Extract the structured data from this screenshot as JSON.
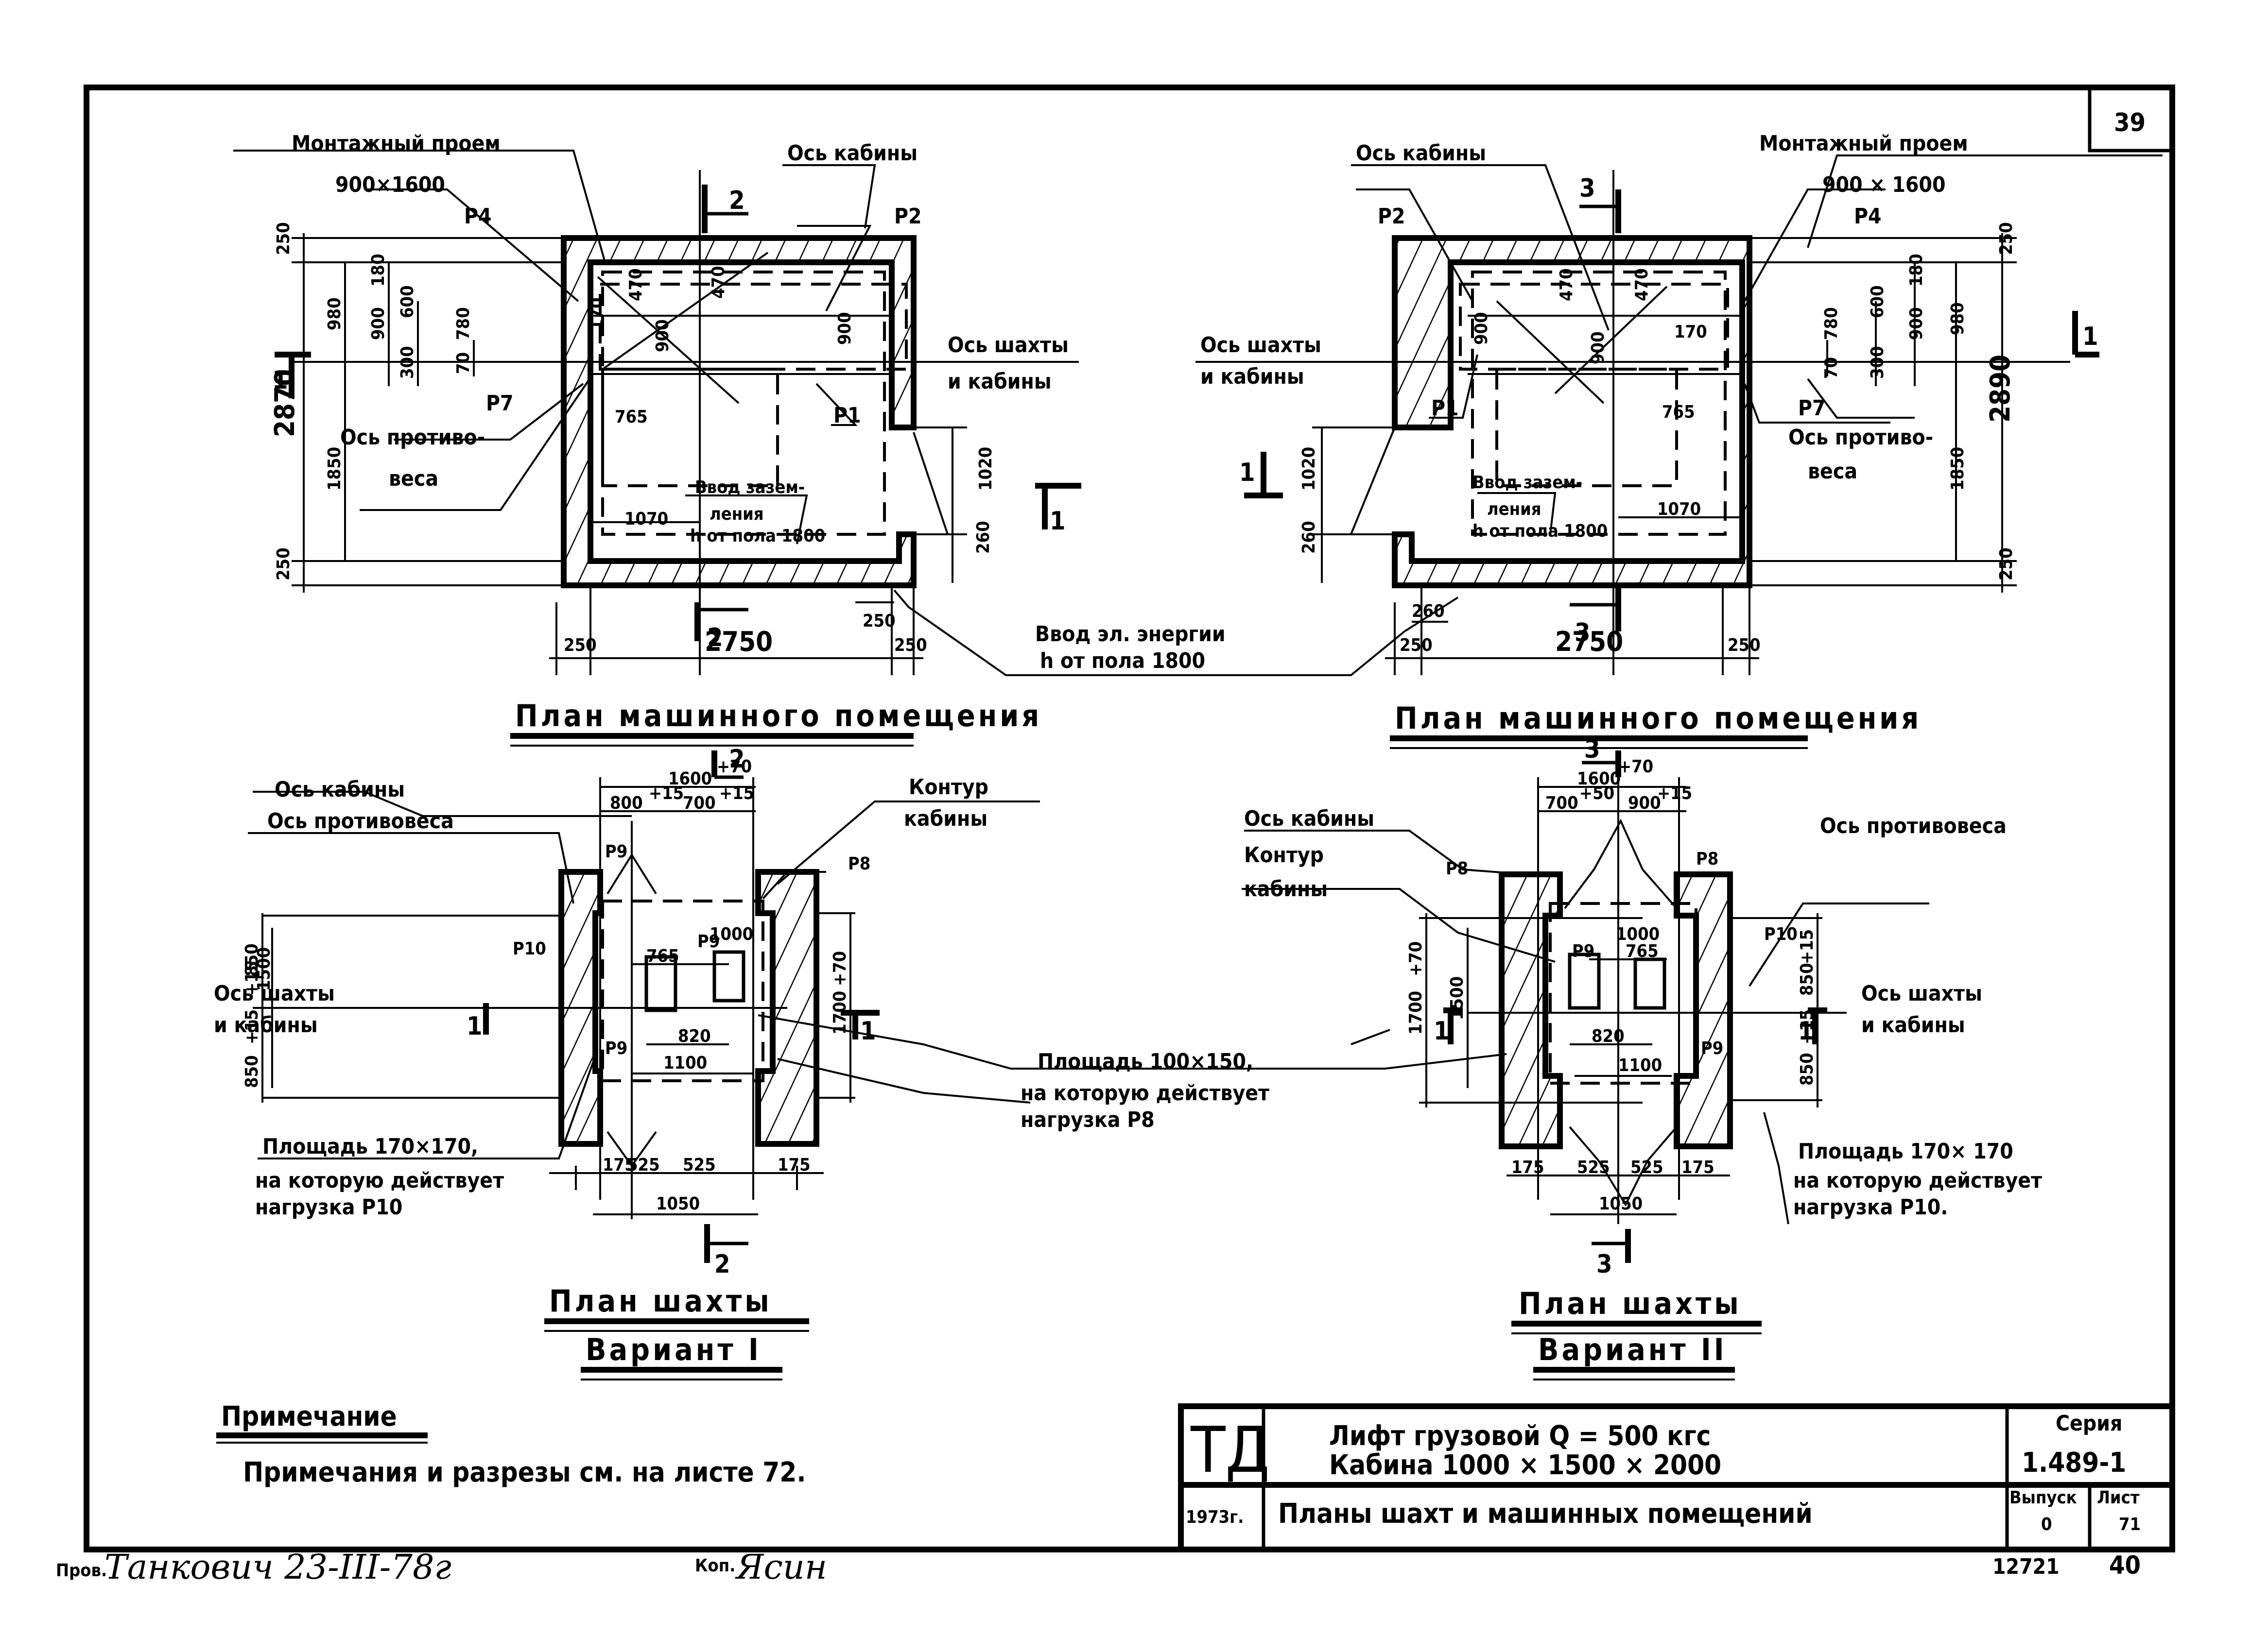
{
  "sheet": {
    "corner_number": "39",
    "bottom_number_left": "12721",
    "bottom_number_right": "40"
  },
  "plans": {
    "machine_room_left": {
      "title": "План машинного помещения",
      "section_mark_top": "2",
      "section_mark_bottom": "2",
      "section_mark_side": "1",
      "labels": {
        "mounting_opening": "Монтажный проем",
        "mounting_opening_size": "900×1600",
        "cabin_axis": "Ось кабины",
        "shaft_axis_1": "Ось шахты",
        "shaft_axis_2": "и кабины",
        "cw_axis_1": "Ось противо-",
        "cw_axis_2": "веса",
        "ground_1": "Ввод зазем-",
        "ground_2": "ления",
        "ground_3": "h от пола 1800",
        "p4": "P4",
        "p2": "P2",
        "p1": "P1",
        "p7": "P7"
      },
      "dims": {
        "d250_top": "250",
        "d980": "980",
        "d900": "900",
        "d600": "600",
        "d180": "180",
        "d780": "780",
        "d300": "300",
        "d70": "70",
        "d2870": "2870",
        "d1850": "1850",
        "d250_bot": "250",
        "d470a": "470",
        "d470b": "470",
        "d170": "170",
        "d900_diag": "900",
        "d900_r": "900",
        "d765": "765",
        "d1070": "1070",
        "d1020": "1020",
        "d260": "260",
        "d250_pwr": "250",
        "d250_l": "250",
        "d2750": "2750",
        "d250_r": "250"
      }
    },
    "machine_room_right": {
      "title": "План машинного помещения",
      "section_mark_top": "3",
      "section_mark_bottom": "3",
      "section_mark_side": "1",
      "labels": {
        "mounting_opening": "Монтажный проем",
        "mounting_opening_size": "900 × 1600",
        "cabin_axis": "Ось кабины",
        "shaft_axis_1": "Ось шахты",
        "shaft_axis_2": "и кабины",
        "cw_axis_1": "Ось противо-",
        "cw_axis_2": "веса",
        "ground_1": "Ввод зазем-",
        "ground_2": "ления",
        "ground_3": "h от пола 1800",
        "p2": "P2",
        "p4": "P4",
        "p1": "P1",
        "p7": "P7"
      },
      "dims": {
        "d250_top": "250",
        "d980": "980",
        "d900": "900",
        "d600": "600",
        "d180": "180",
        "d780": "780",
        "d300": "300",
        "d70": "70",
        "d2890": "2890",
        "d1850": "1850",
        "d250_bot": "250",
        "d470a": "470",
        "d470b": "470",
        "d170": "170",
        "d900_diag": "900",
        "d900_l": "900",
        "d765": "765",
        "d1070": "1070",
        "d1020": "1020",
        "d260": "260",
        "d260_pwr": "260",
        "d250_l": "250",
        "d2750": "2750",
        "d250_r": "250"
      }
    },
    "power_input": {
      "line1": "Ввод эл. энергии",
      "line2": "h от пола 1800"
    },
    "shaft_variant_1": {
      "title": "План шахты",
      "variant": "Вариант I",
      "section_mark_top": "2",
      "section_mark_bottom": "2",
      "section_mark_side": "1",
      "labels": {
        "cabin_axis": "Ось кабины",
        "cw_axis": "Ось противовеса",
        "cabin_contour_1": "Контур",
        "cabin_contour_2": "кабины",
        "shaft_axis_1": "Ось шахты",
        "shaft_axis_2": "и кабины",
        "area_1": "Площадь 170×170,",
        "area_2": "на которую действует",
        "area_3": "нагрузка P10",
        "p10": "P10",
        "p9a": "P9",
        "p9b": "P9",
        "p9c": "P9",
        "p8": "P8"
      },
      "dims": {
        "d1600": "1600",
        "d1600_tol": "+70",
        "d800": "800",
        "d800_tol": "+15",
        "d700": "700",
        "d700_tol": "+15",
        "d850a": "850",
        "d850a_tol": "+15",
        "d850b": "850",
        "d850b_tol": "+15",
        "d1500": "1500",
        "d1700": "1700",
        "d1700_tol": "+70",
        "d1000": "1000",
        "d765": "765",
        "d820": "820",
        "d1100": "1100",
        "d175a": "175",
        "d525a": "525",
        "d525b": "525",
        "d175b": "175",
        "d1050": "1050"
      }
    },
    "shaft_variant_2": {
      "title": "План шахты",
      "variant": "Вариант II",
      "section_mark_top": "3",
      "section_mark_bottom": "3",
      "section_mark_side": "1",
      "labels": {
        "cabin_axis": "Ось кабины",
        "cabin_contour_1": "Контур",
        "cabin_contour_2": "кабины",
        "cw_axis": "Ось противовеса",
        "shaft_axis_1": "Ось шахты",
        "shaft_axis_2": "и кабины",
        "area_1": "Площадь 170× 170",
        "area_2": "на которую действует",
        "area_3": "нагрузка P10.",
        "p8a": "P8",
        "p8b": "P8",
        "p9a": "P9",
        "p9b": "P9",
        "p10": "P10"
      },
      "dims": {
        "d1600": "1600",
        "d1600_tol": "+70",
        "d700": "700",
        "d700_tol": "+50",
        "d900": "900",
        "d900_tol": "+15",
        "d850a": "850",
        "d850a_tol": "+15",
        "d850b": "850",
        "d850b_tol": "+15",
        "d1500": "1500",
        "d1700": "1700",
        "d1700_tol": "+70",
        "d1000": "1000",
        "d765": "765",
        "d820": "820",
        "d1100": "1100",
        "d175a": "175",
        "d525a": "525",
        "d525b": "525",
        "d175b": "175",
        "d1050": "1050"
      }
    },
    "middle_area": {
      "line1": "Площадь 100×150,",
      "line2": "на которую действует",
      "line3": "нагрузка P8"
    }
  },
  "notes": {
    "heading": "Примечание",
    "text": "Примечания и разрезы см. на листе 72."
  },
  "title_block": {
    "code": "ТД",
    "title_line1": "Лифт    грузовой    Q = 500 кгс",
    "title_line2": "Кабина   1000 × 1500 × 2000",
    "year": "1973г.",
    "sheet_title": "Планы  шахт   и  машинных  помещений",
    "series_label": "Серия",
    "series_value": "1.489-1",
    "issue_label": "Выпуск",
    "issue_value": "0",
    "sheet_label": "Лист",
    "sheet_value": "71"
  },
  "signatures": {
    "checked_label": "Пров.",
    "checked_sign": "Танкович 23-III-78г",
    "copied_label": "Коп.",
    "copied_sign": "Ясин"
  }
}
